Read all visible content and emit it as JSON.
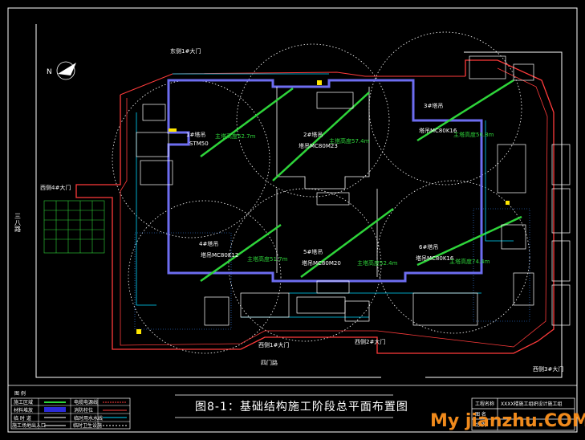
{
  "drawing": {
    "caption": "图8-1：基础结构施工阶段总平面布置图",
    "watermark": "My jianzhu.COM",
    "north_label": "N",
    "road_bottom": "四门路",
    "left_road": "三八路",
    "gates": {
      "top": "东侧1#大门",
      "left": "西侧4#大门",
      "bottom1": "西侧1#大门",
      "bottom2": "西侧2#大门",
      "right": "西侧3#大门"
    },
    "cranes": [
      {
        "id": "1#塔吊",
        "model": "STM50",
        "dx": "主塔高度52.7m"
      },
      {
        "id": "2#塔吊",
        "model": "塔吊MC80M23",
        "dx": "主塔高度57.4m"
      },
      {
        "id": "3#塔吊",
        "model": "塔吊MC80K16",
        "dx": "主塔高度56.8m"
      },
      {
        "id": "4#塔吊",
        "model": "塔吊MC80K12",
        "dx": "主塔高度51.7m"
      },
      {
        "id": "5#塔吊",
        "model": "塔吊MC80M20",
        "dx": "主塔高度52.4m"
      },
      {
        "id": "6#塔吊",
        "model": "塔吊MC80K16",
        "dx": "主塔高度74.4m"
      }
    ]
  },
  "legend": {
    "title": "图 例",
    "rows": [
      {
        "left": "施工区域",
        "right": "电缆电源线"
      },
      {
        "left": "材料堆放",
        "right": "消防栓位"
      },
      {
        "left": "临 时 道",
        "right": "临时用水水线"
      },
      {
        "left": "施工场地出入口",
        "right": "临时卫生设施"
      }
    ]
  },
  "title_block": {
    "project_label": "工程名称",
    "project_value": "XXXX楼施工组织设计施工组",
    "drawing_label": "图 名",
    "scale_label": "比 例"
  },
  "colors": {
    "background": "#000000",
    "building": "#6d6df0",
    "outline": "#ffffff",
    "crane_circle": "#ffffff",
    "site_road": "#ff3b3b",
    "green": "#2ed43a",
    "cyan": "#00d8ff",
    "yellow": "#ffe600"
  }
}
